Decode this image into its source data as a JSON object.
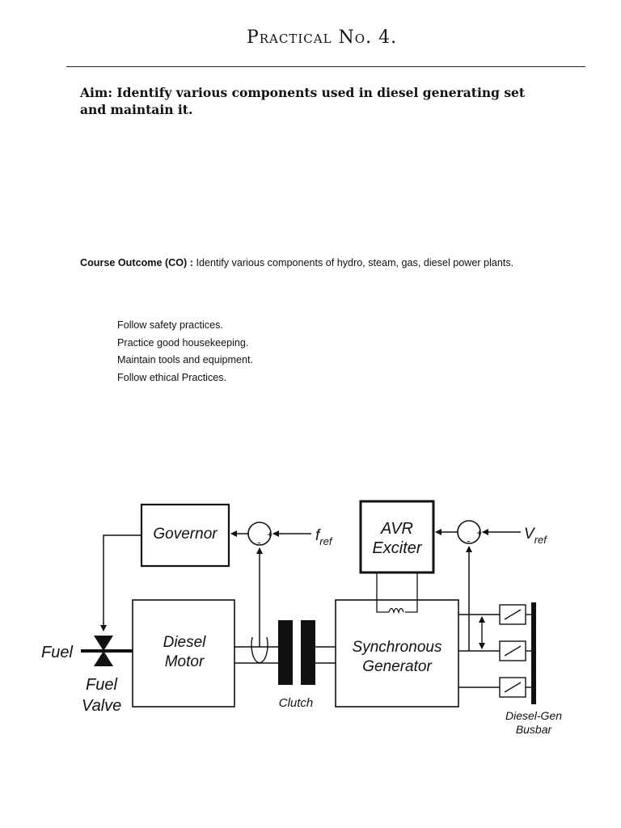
{
  "page": {
    "title": "Practical No. 4.",
    "aim": "Aim: Identify various components used in diesel generating set and maintain it.",
    "course_outcome": {
      "label": "Course Outcome (CO) :",
      "text": " Identify various components of hydro, steam, gas, diesel power plants."
    },
    "practices": [
      "Follow safety practices.",
      "Practice good housekeeping.",
      "Maintain tools and equipment.",
      "Follow ethical Practices."
    ]
  },
  "diagram": {
    "governor": "Governor",
    "f_ref": "f",
    "f_ref_sub": "ref",
    "avr_line1": "AVR",
    "avr_line2": "Exciter",
    "v_ref": "V",
    "v_ref_sub": "ref",
    "fuel": "Fuel",
    "fuel_valve_line1": "Fuel",
    "fuel_valve_line2": "Valve",
    "diesel_line1": "Diesel",
    "diesel_line2": "Motor",
    "clutch": "Clutch",
    "generator_line1": "Synchronous",
    "generator_line2": "Generator",
    "busbar_line1": "Diesel-Gen",
    "busbar_line2": "Busbar",
    "plus": "+",
    "minus": "-"
  }
}
